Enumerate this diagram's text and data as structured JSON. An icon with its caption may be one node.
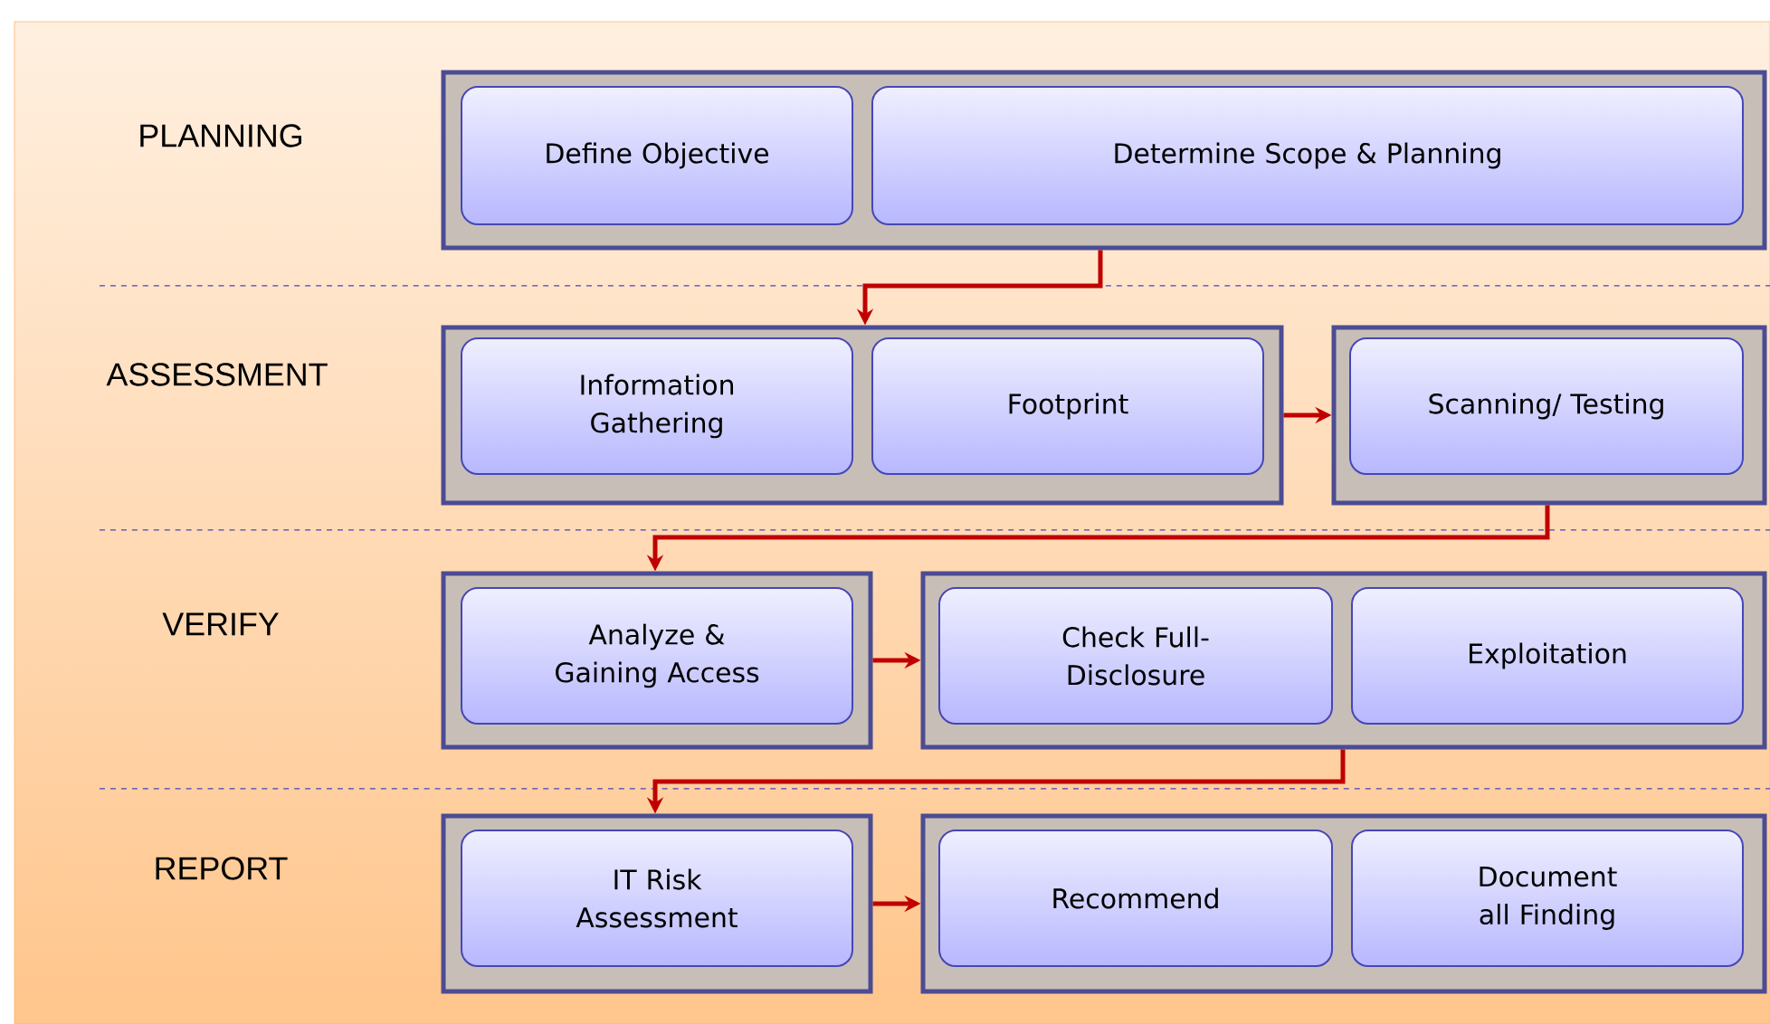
{
  "diagram": {
    "nodes": [
      {
        "text": [],
        "shape": "box"
      },
      {
        "text": [
          "Define Objective"
        ],
        "in": 0
      },
      {
        "text": [
          "Determine Scope & Planning"
        ],
        "in": 0
      },
      {
        "text": [],
        "shape": "box"
      },
      {
        "text": [
          "Information Gathering"
        ],
        "in": 3
      },
      {
        "text": [
          "Footprint"
        ],
        "in": 3
      },
      {
        "text": [],
        "shape": "box"
      },
      {
        "text": [
          "Scanning/ Testing"
        ],
        "in": 6
      },
      {
        "text": [],
        "shape": "box"
      },
      {
        "text": [
          "Analyze & Gaining Access"
        ],
        "in": 8
      },
      {
        "text": [],
        "shape": "box"
      },
      {
        "text": [
          "Check Full-Disclosure"
        ],
        "in": 10
      },
      {
        "text": [
          "Exploitation"
        ],
        "in": 10
      },
      {
        "text": [],
        "shape": "box"
      },
      {
        "text": [
          "IT Risk Assessment"
        ],
        "in": 13
      },
      {
        "text": [],
        "shape": "box"
      },
      {
        "text": [
          "Recommend"
        ],
        "in": 15
      },
      {
        "text": [
          "Document all Finding"
        ],
        "in": 15
      }
    ],
    "edges": [
      {
        "from": 0,
        "to": 3,
        "arrow": "to"
      },
      {
        "from": 3,
        "to": 6,
        "arrow": "to"
      },
      {
        "from": 6,
        "to": 8,
        "arrow": "to"
      },
      {
        "from": 8,
        "to": 10,
        "arrow": "to"
      },
      {
        "from": 10,
        "to": 13,
        "arrow": "to"
      },
      {
        "from": 13,
        "to": 15,
        "arrow": "to"
      }
    ],
    "labels": [
      "PLANNING",
      "ASSESSMENT",
      "VERIFY",
      "REPORT"
    ]
  }
}
